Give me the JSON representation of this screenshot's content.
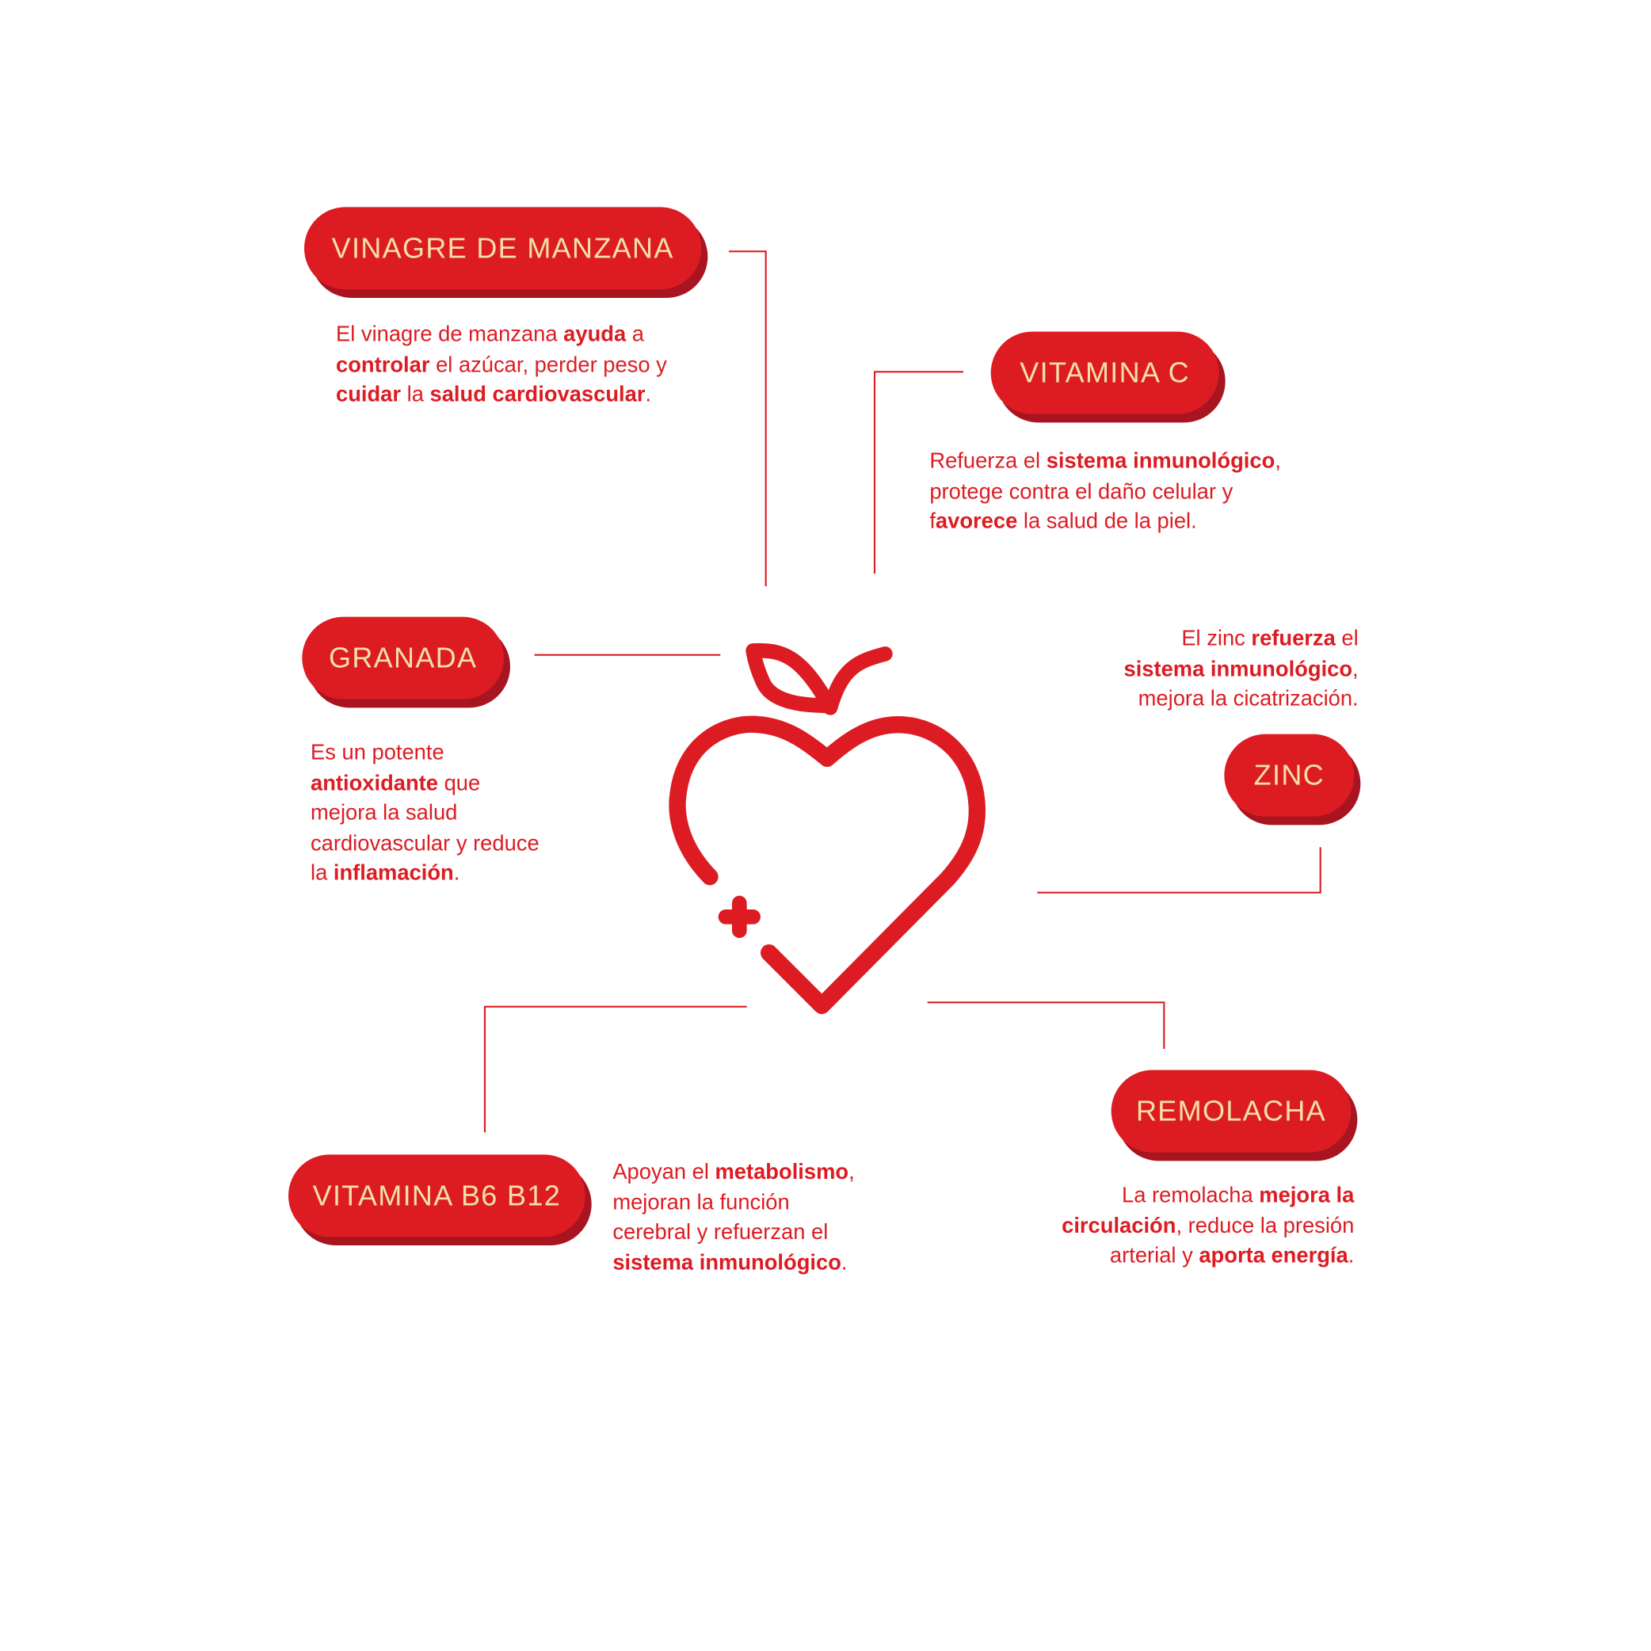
{
  "colors": {
    "accent": "#dc1c22",
    "shadow": "#a8141f",
    "label": "#f3e1a4"
  },
  "items": [
    {
      "id": "vinagre",
      "title": "VINAGRE DE MANZANA",
      "lines": [
        [
          [
            "El vinagre de manzana ",
            0
          ],
          [
            "ayuda",
            1
          ],
          [
            " a",
            0
          ]
        ],
        [
          [
            "controlar",
            1
          ],
          [
            " el azúcar, perder peso y",
            0
          ]
        ],
        [
          [
            "cuidar",
            1
          ],
          [
            " la ",
            0
          ],
          [
            "salud cardiovascular",
            1
          ],
          [
            ".",
            0
          ]
        ]
      ]
    },
    {
      "id": "vitamina-c",
      "title": "VITAMINA C",
      "lines": [
        [
          [
            "Refuerza el ",
            0
          ],
          [
            "sistema inmunológico",
            1
          ],
          [
            ",",
            0
          ]
        ],
        [
          [
            "protege contra el daño celular y",
            0
          ]
        ],
        [
          [
            "f",
            0
          ],
          [
            "avorece",
            1
          ],
          [
            " la salud de la piel.",
            0
          ]
        ]
      ]
    },
    {
      "id": "granada",
      "title": "GRANADA",
      "lines": [
        [
          [
            "Es un potente",
            0
          ]
        ],
        [
          [
            "antioxidante",
            1
          ],
          [
            " que",
            0
          ]
        ],
        [
          [
            "mejora la salud",
            0
          ]
        ],
        [
          [
            "cardiovascular y reduce",
            0
          ]
        ],
        [
          [
            "la ",
            0
          ],
          [
            "inflamación",
            1
          ],
          [
            ".",
            0
          ]
        ]
      ]
    },
    {
      "id": "zinc",
      "title": "ZINC",
      "lines": [
        [
          [
            "El zinc ",
            0
          ],
          [
            "refuerza",
            1
          ],
          [
            " el",
            0
          ]
        ],
        [
          [
            "sistema inmunológico",
            1
          ],
          [
            ",",
            0
          ]
        ],
        [
          [
            "mejora la cicatrización.",
            0
          ]
        ]
      ]
    },
    {
      "id": "vitamina-b6-b12",
      "title": "VITAMINA B6 B12",
      "lines": [
        [
          [
            "Apoyan el ",
            0
          ],
          [
            "metabolismo",
            1
          ],
          [
            ",",
            0
          ]
        ],
        [
          [
            "mejoran la función",
            0
          ]
        ],
        [
          [
            "cerebral y refuerzan el",
            0
          ]
        ],
        [
          [
            "sistema inmunológico",
            1
          ],
          [
            ".",
            0
          ]
        ]
      ]
    },
    {
      "id": "remolacha",
      "title": "REMOLACHA",
      "lines": [
        [
          [
            "La remolacha ",
            0
          ],
          [
            "mejora la",
            1
          ]
        ],
        [
          [
            "circulación",
            1
          ],
          [
            ", reduce la presión",
            0
          ]
        ],
        [
          [
            "arterial y ",
            0
          ],
          [
            "aporta energía",
            1
          ],
          [
            ".",
            0
          ]
        ]
      ]
    }
  ]
}
